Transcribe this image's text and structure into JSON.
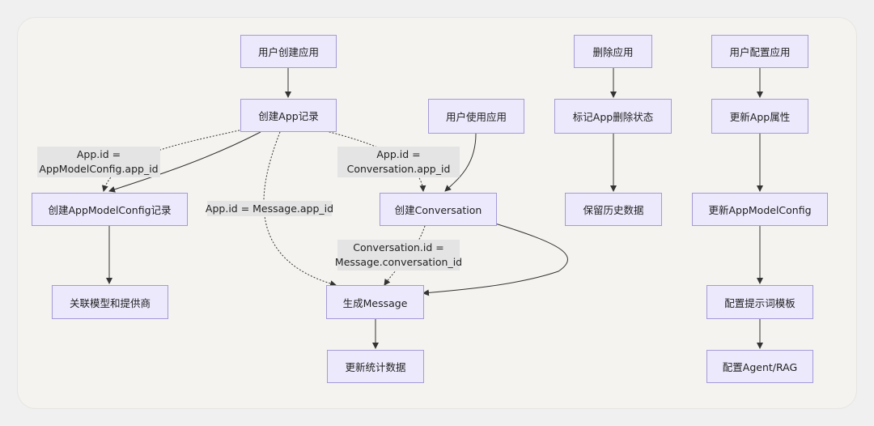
{
  "nodes": {
    "create_app": "用户创建应用",
    "create_app_record": "创建App记录",
    "create_config_record": "创建AppModelConfig记录",
    "link_model": "关联模型和提供商",
    "use_app": "用户使用应用",
    "create_conversation": "创建Conversation",
    "gen_message": "生成Message",
    "update_stats": "更新统计数据",
    "delete_app": "删除应用",
    "mark_deleted": "标记App删除状态",
    "keep_history": "保留历史数据",
    "config_app": "用户配置应用",
    "update_attrs": "更新App属性",
    "update_config": "更新AppModelConfig",
    "config_prompt": "配置提示词模板",
    "config_agent": "配置Agent/RAG"
  },
  "edge_labels": {
    "app_config": [
      "App.id =",
      "AppModelConfig.app_id"
    ],
    "app_message": [
      "App.id = Message.app_id"
    ],
    "app_conversation": [
      "App.id =",
      "Conversation.app_id"
    ],
    "conv_message": [
      "Conversation.id =",
      "Message.conversation_id"
    ]
  },
  "colors": {
    "node_fill": "#ece9fc",
    "node_border": "#a59ad8",
    "edge": "#333333",
    "label_bg": "#e4e4e4"
  }
}
